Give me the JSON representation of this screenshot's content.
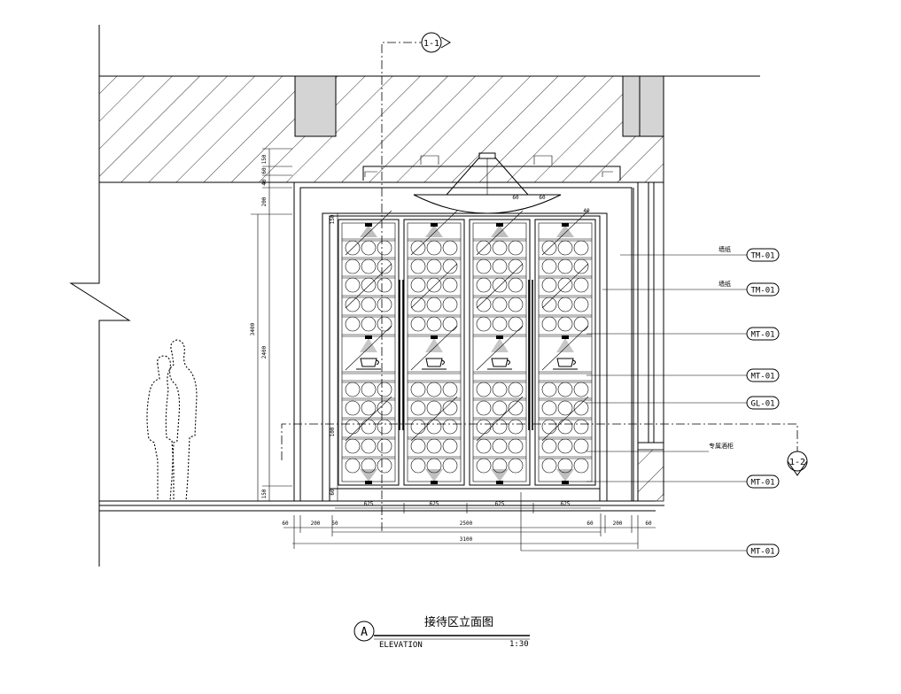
{
  "drawing": {
    "title_cn": "接待区立面图",
    "title_en": "ELEVATION",
    "scale": "1:30",
    "view_marker": "A"
  },
  "section_markers": [
    "1-1",
    "1-2"
  ],
  "tags": [
    "TM-01",
    "TM-01",
    "MT-01",
    "MT-01",
    "GL-01",
    "MT-01",
    "MT-01"
  ],
  "leader_notes": [
    "墙纸",
    "墙纸",
    "专属酒柜"
  ],
  "dimensions": {
    "left_vertical": [
      "150",
      "60",
      "40",
      "200",
      "2400",
      "150"
    ],
    "overall_height": "3400",
    "cabinet_vertical": [
      "150",
      "100",
      "60"
    ],
    "top_callouts": [
      "60",
      "60",
      "40"
    ],
    "panel_widths": [
      "625",
      "625",
      "625",
      "625"
    ],
    "bottom_segments": [
      "60",
      "200",
      "50",
      "60",
      "200",
      "60"
    ],
    "cabinet_width": "2500",
    "overall_width": "3100"
  }
}
